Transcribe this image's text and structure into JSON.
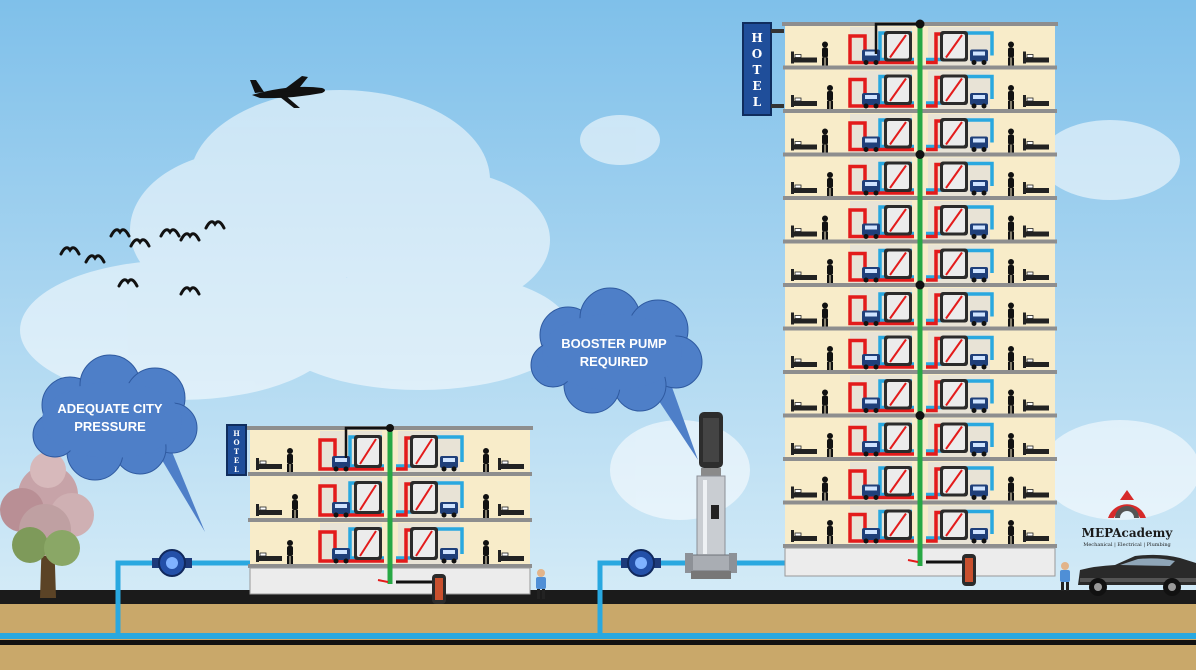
{
  "callouts": {
    "city_pressure": {
      "line1": "ADEQUATE CITY",
      "line2": "PRESSURE"
    },
    "booster_pump": {
      "line1": "BOOSTER PUMP",
      "line2": "REQUIRED"
    }
  },
  "hotel_signs": {
    "small": [
      "H",
      "O",
      "T",
      "E",
      "L"
    ],
    "large": [
      "H",
      "O",
      "T",
      "E",
      "L"
    ]
  },
  "logo": {
    "name": "MEPAcademy",
    "tagline": "Mechanical | Electrical | Plumbing"
  },
  "buildings": {
    "small_floors": 3,
    "large_floors": 12
  },
  "colors": {
    "sky_top": "#7fc0ea",
    "sky_bottom": "#cfe8f6",
    "ground": "#c9a86a",
    "cold_water": "#29a8e0",
    "hot_water": "#e31b1b",
    "riser": "#27a844",
    "room_wall": "#f8ecc9",
    "cloud_callout": "#4e7fc8",
    "sign": "#1f4e9a"
  },
  "icons": {
    "plane": "airplane-icon",
    "birds": "bird-icon",
    "tree": "tree-icon",
    "water_meter": "water-meter-icon",
    "pump": "booster-pump-icon",
    "water_heater": "water-heater-icon",
    "person": "person-icon",
    "car": "car-icon"
  }
}
